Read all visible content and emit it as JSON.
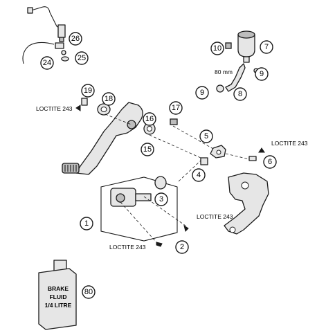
{
  "callouts": {
    "c1": "1",
    "c2": "2",
    "c3": "3",
    "c4": "4",
    "c5": "5",
    "c6": "6",
    "c7": "7",
    "c8": "8",
    "c9a": "9",
    "c9b": "9",
    "c10": "10",
    "c15": "15",
    "c16": "16",
    "c17": "17",
    "c18": "18",
    "c19": "19",
    "c24": "24",
    "c25": "25",
    "c26": "26",
    "c80": "80"
  },
  "notes": {
    "loctite_left_top": "LOCTITE 243",
    "loctite_right_top": "LOCTITE 243",
    "loctite_right_mid": "LOCTITE 243",
    "loctite_bottom": "LOCTITE 243",
    "hose_length": "80 mm"
  },
  "bottle": {
    "line1": "BRAKE",
    "line2": "FLUID",
    "line3": "1/4 LITRE"
  }
}
